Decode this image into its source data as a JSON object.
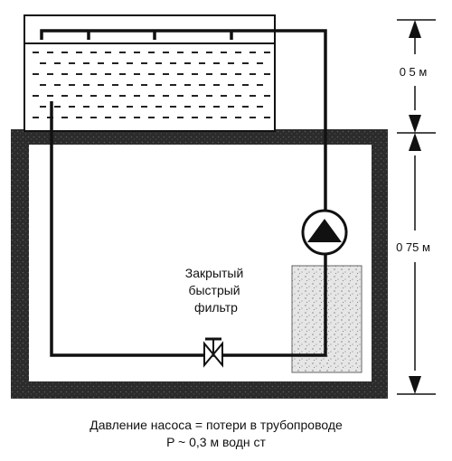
{
  "diagram": {
    "upper_height": "0 5 м",
    "lower_height": "0 75 м",
    "filter_label": [
      "Закрытый",
      "быстрый",
      "фильтр"
    ],
    "caption_line1": "Давление насоса = потери в трубопроводе",
    "caption_line2": "P ~ 0,3 м водн  ст"
  },
  "colors": {
    "ink": "#111111",
    "wall": "#2b2b2b",
    "filter_fill": "#e6e6e6",
    "pool_fill": "#ffffff"
  },
  "icons": {
    "pump": "pump-icon",
    "valve": "valve-icon",
    "dimension_arrows": "arrow-icon"
  }
}
